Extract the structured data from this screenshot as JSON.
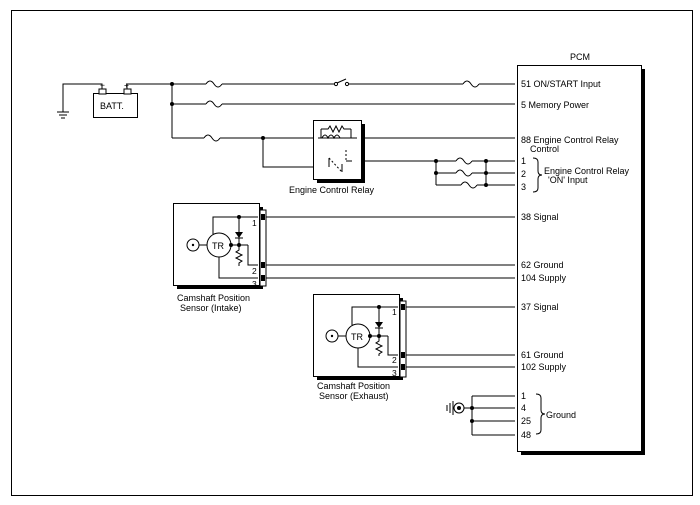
{
  "pcm": {
    "title": "PCM",
    "pins": [
      {
        "label": "51 ON/START Input"
      },
      {
        "label": "5 Memory Power"
      },
      {
        "label": "88 Engine Control Relay"
      },
      {
        "label": "Control"
      },
      {
        "label": "1"
      },
      {
        "label": "2"
      },
      {
        "label": "3"
      },
      {
        "label": "38 Signal"
      },
      {
        "label": "62 Ground"
      },
      {
        "label": "104 Supply"
      },
      {
        "label": "37 Signal"
      },
      {
        "label": "61 Ground"
      },
      {
        "label": "102 Supply"
      },
      {
        "label": "1"
      },
      {
        "label": "4"
      },
      {
        "label": "25"
      },
      {
        "label": "48"
      }
    ],
    "relay_on_input_line1": "Engine Control Relay",
    "relay_on_input_line2": "'ON' Input",
    "ground_group": "Ground"
  },
  "battery": {
    "label": "BATT."
  },
  "relay": {
    "label": "Engine Control Relay"
  },
  "cmp_intake": {
    "tr": "TR",
    "pin1": "1",
    "pin2": "2",
    "pin3": "3",
    "label_line1": "Camshaft Position",
    "label_line2": "Sensor (Intake)"
  },
  "cmp_exhaust": {
    "tr": "TR",
    "pin1": "1",
    "pin2": "2",
    "pin3": "3",
    "label_line1": "Camshaft Position",
    "label_line2": "Sensor (Exhaust)"
  }
}
